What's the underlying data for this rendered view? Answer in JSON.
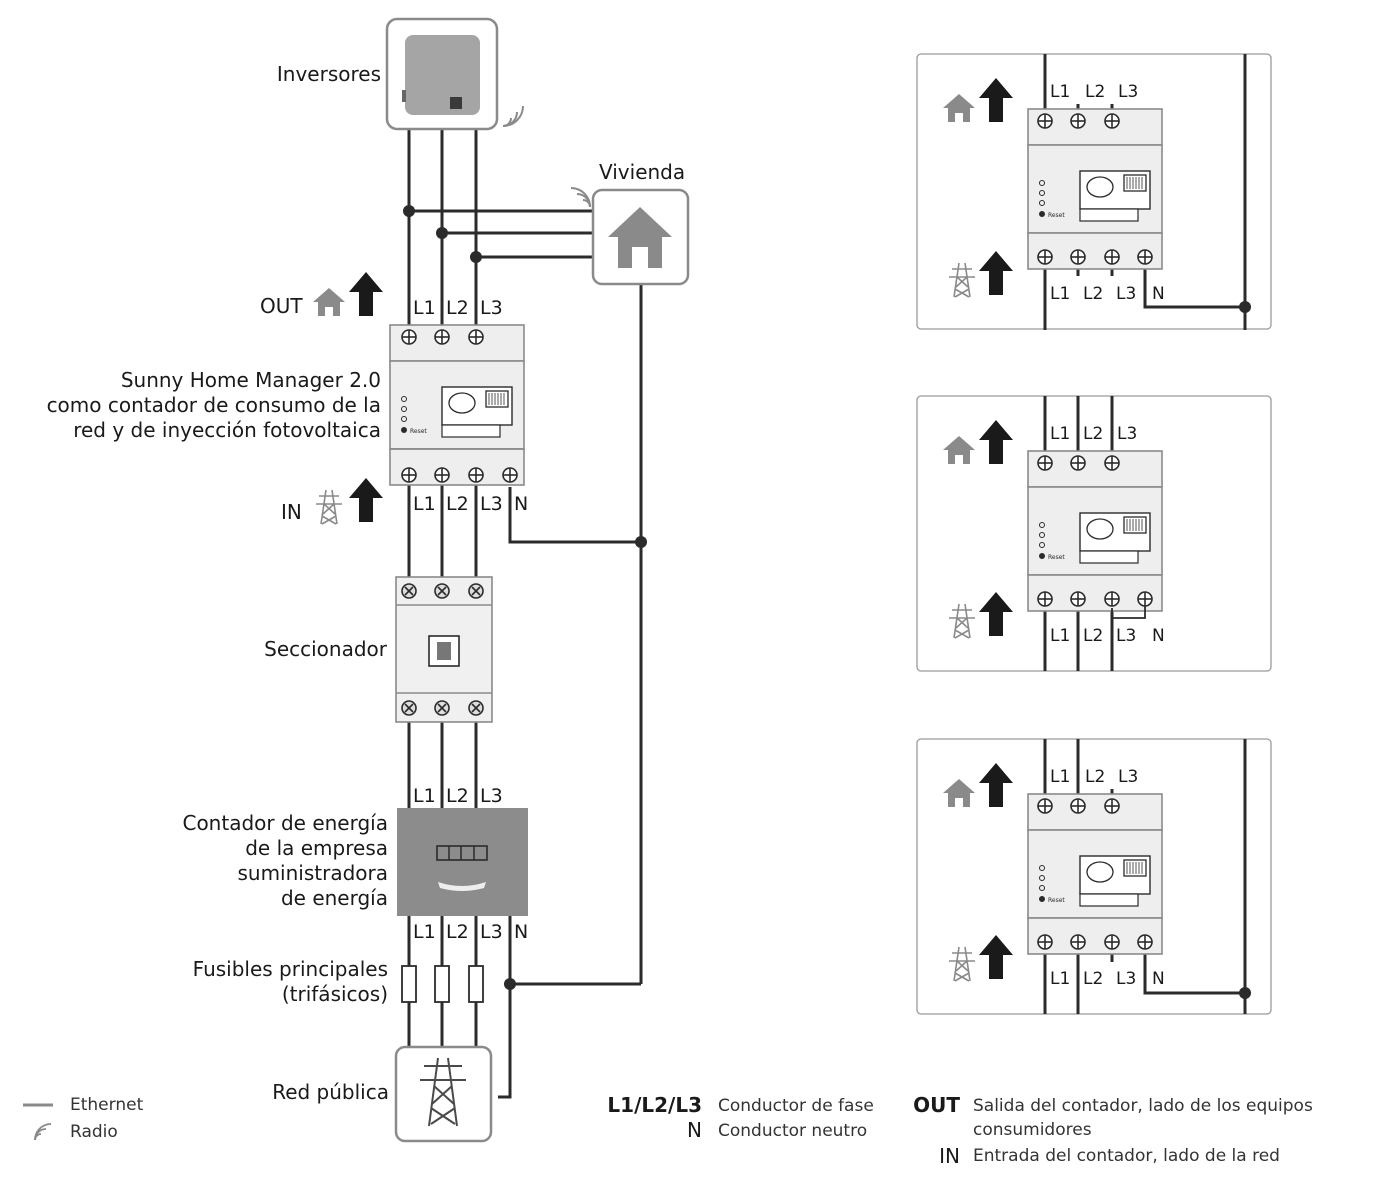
{
  "labels": {
    "inverters": "Inversores",
    "home": "Vivienda",
    "out": "OUT",
    "in": "IN",
    "manager_line1": "Sunny Home Manager 2.0",
    "manager_line2": "como contador de consumo de la",
    "manager_line3": "red y de inyección fotovoltaica",
    "disconnector": "Seccionador",
    "meter_line1": "Contador de energía",
    "meter_line2": "de la empresa",
    "meter_line3": "suministradora",
    "meter_line4": "de energía",
    "fuses_line1": "Fusibles principales",
    "fuses_line2": "(trifásicos)",
    "grid": "Red pública",
    "reset": "Reset"
  },
  "phases": {
    "l1": "L1",
    "l2": "L2",
    "l3": "L3",
    "n": "N"
  },
  "legend": {
    "ethernet": "Ethernet",
    "radio": "Radio",
    "phase_key": "L1/L2/L3",
    "phase_desc": "Conductor de fase",
    "neutral_key": "N",
    "neutral_desc": "Conductor neutro",
    "out_key": "OUT",
    "out_desc_line1": "Salida del contador, lado de los equipos",
    "out_desc_line2": "consumidores",
    "in_key": "IN",
    "in_desc": "Entrada del contador, lado de la red"
  },
  "colors": {
    "wire": "#2b2b2b",
    "frame": "#8a8a8a",
    "device_fill": "#eeeeee",
    "meter_fill": "#8c8c8c",
    "icon_gray": "#8a8a8a"
  },
  "icons": [
    "house-icon",
    "arrow-up-icon",
    "pylon-icon",
    "radio-icon",
    "inverter-icon",
    "terminal-icon"
  ]
}
